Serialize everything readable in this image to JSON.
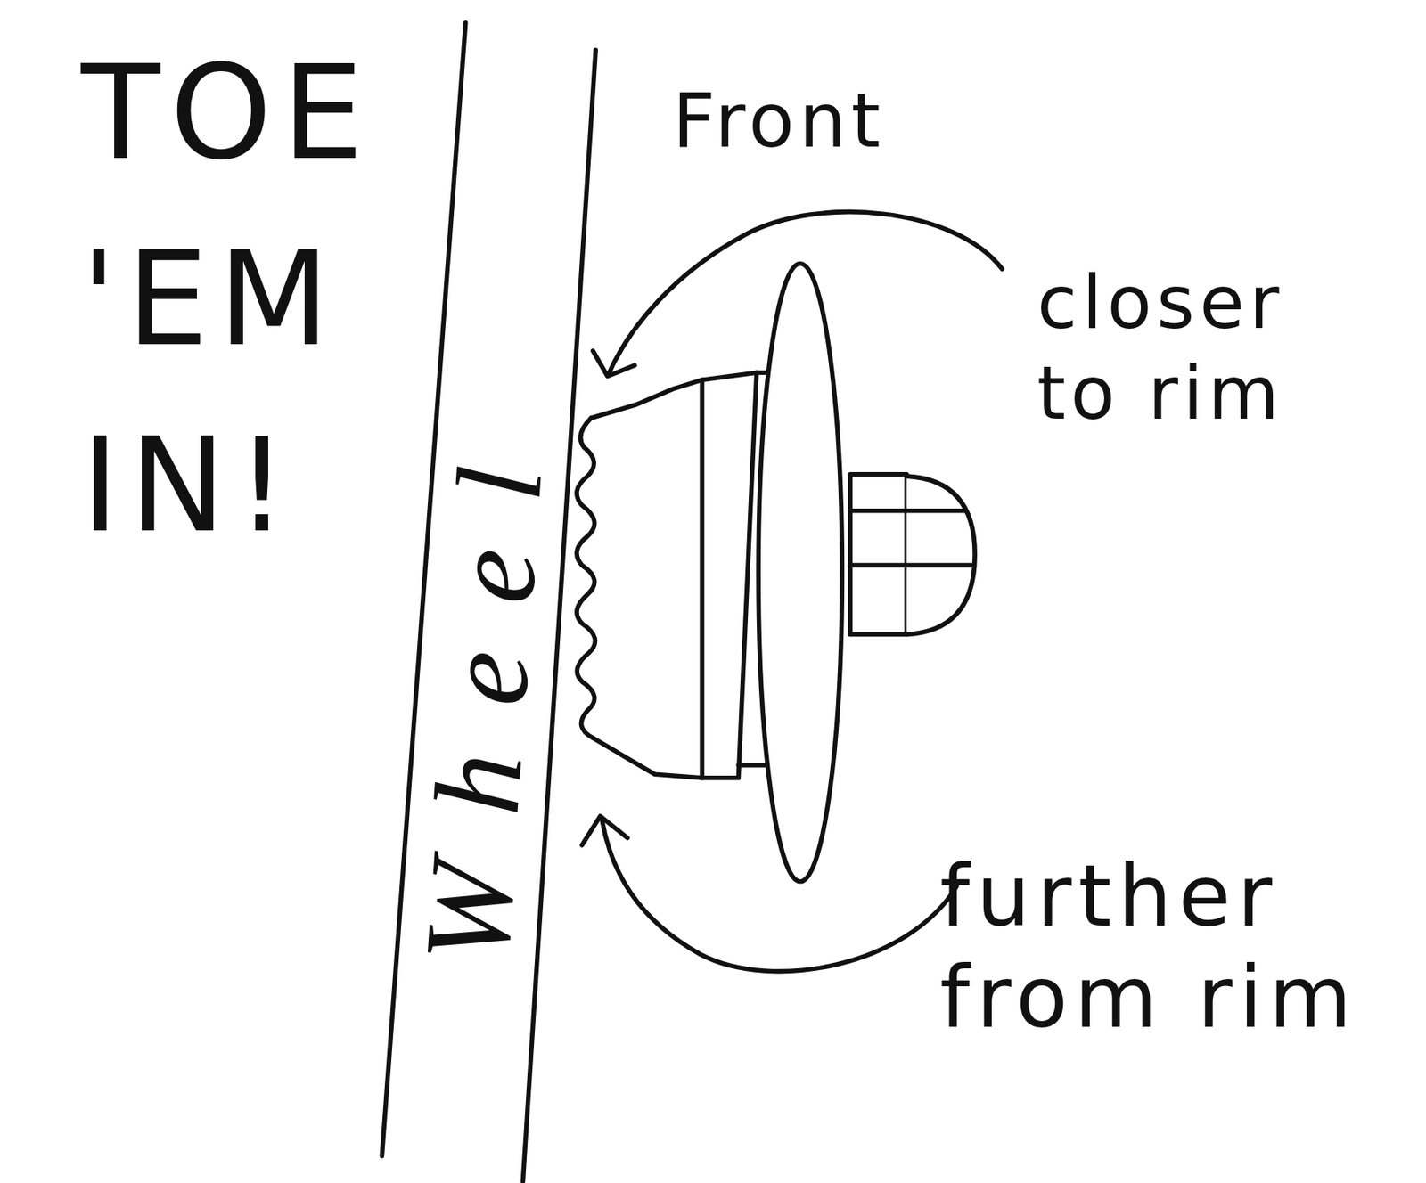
{
  "diagram": {
    "title": "TOE 'EM IN!",
    "labels": [
      "Front",
      "Wheel",
      "closer to rim",
      "further from rim"
    ]
  }
}
